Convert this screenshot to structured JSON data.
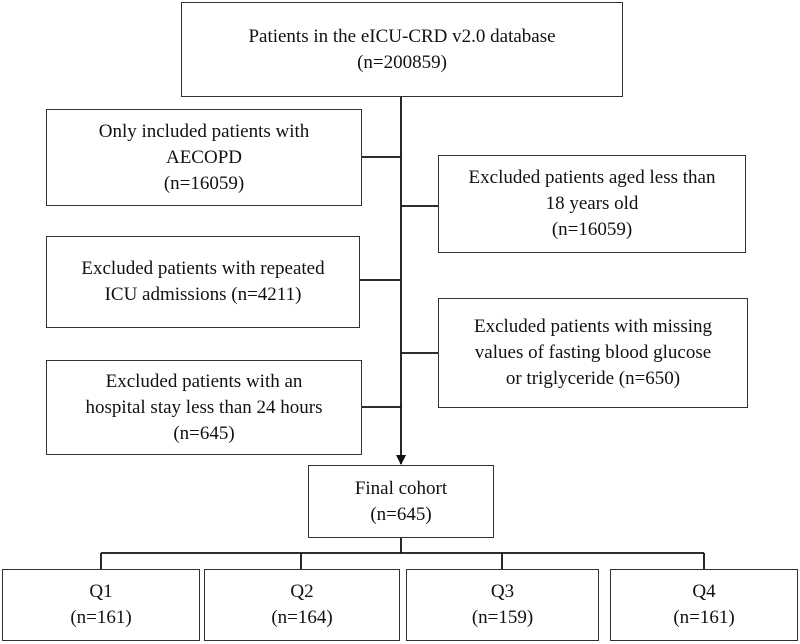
{
  "flowchart": {
    "top": {
      "lines": [
        "Patients in the eICU-CRD v2.0 database",
        "(n=200859)"
      ]
    },
    "left_steps": [
      {
        "lines": [
          "Only included patients with",
          "AECOPD",
          "(n=16059)"
        ]
      },
      {
        "lines": [
          "Excluded patients with repeated",
          "ICU admissions (n=4211)"
        ]
      },
      {
        "lines": [
          "Excluded patients with an",
          "hospital stay less than 24 hours",
          "(n=645)"
        ]
      }
    ],
    "right_steps": [
      {
        "lines": [
          "Excluded patients aged less than",
          "18 years old",
          "(n=16059)"
        ]
      },
      {
        "lines": [
          "Excluded patients with missing",
          "values of fasting blood glucose",
          "or triglyceride (n=650)"
        ]
      }
    ],
    "final": {
      "lines": [
        "Final cohort",
        "(n=645)"
      ]
    },
    "quartiles": [
      {
        "label": "Q1",
        "count": "(n=161)"
      },
      {
        "label": "Q2",
        "count": "(n=164)"
      },
      {
        "label": "Q3",
        "count": "(n=159)"
      },
      {
        "label": "Q4",
        "count": "(n=161)"
      }
    ]
  }
}
